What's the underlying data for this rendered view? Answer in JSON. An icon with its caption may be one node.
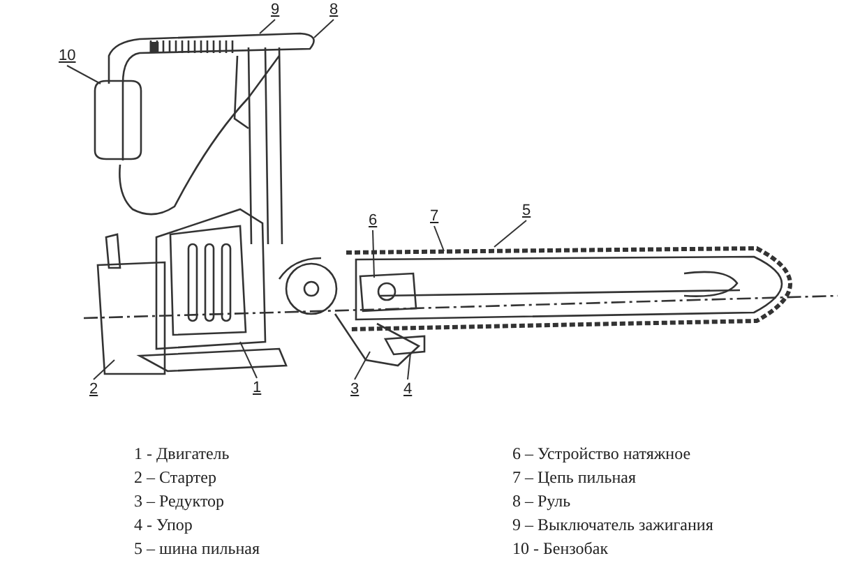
{
  "diagram": {
    "nodes": [
      {
        "text": [
          "1"
        ]
      },
      {
        "text": [
          "2"
        ]
      },
      {
        "text": [
          "3"
        ]
      },
      {
        "text": [
          "4"
        ]
      },
      {
        "text": [
          "5"
        ]
      },
      {
        "text": [
          "6"
        ]
      },
      {
        "text": [
          "7"
        ]
      },
      {
        "text": [
          "8"
        ]
      },
      {
        "text": [
          "9"
        ]
      },
      {
        "text": [
          "10"
        ]
      }
    ],
    "edges": [
      {
        "from": 0,
        "to": null,
        "arrow": "none"
      },
      {
        "from": 1,
        "to": null,
        "arrow": "none"
      },
      {
        "from": 2,
        "to": null,
        "arrow": "none"
      },
      {
        "from": 3,
        "to": null,
        "arrow": "none"
      },
      {
        "from": 4,
        "to": null,
        "arrow": "none"
      },
      {
        "from": 5,
        "to": null,
        "arrow": "none"
      },
      {
        "from": 6,
        "to": null,
        "arrow": "none"
      },
      {
        "from": 7,
        "to": null,
        "arrow": "none"
      },
      {
        "from": 8,
        "to": null,
        "arrow": "none"
      },
      {
        "from": 9,
        "to": null,
        "arrow": "none"
      }
    ],
    "labels": [
      "1 - Двигатель",
      "2 – Стартер",
      "3 – Редуктор",
      "4 - Упор",
      "5 – шина пильная",
      "6 – Устройство натяжное",
      "7 – Цепь пильная",
      "8 – Руль",
      "9 – Выключатель зажигания",
      "10 - Бензобак"
    ]
  }
}
